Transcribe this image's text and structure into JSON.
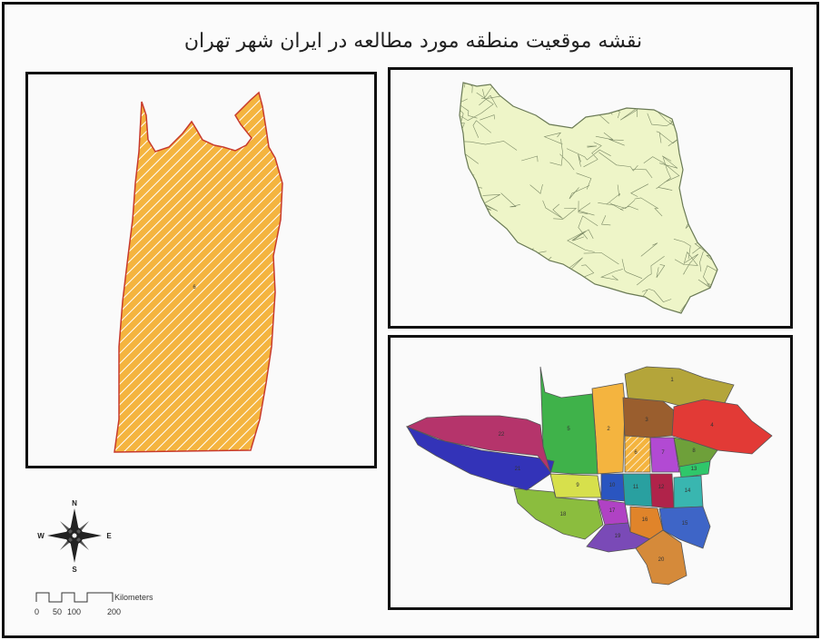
{
  "map": {
    "title": "نقشه موقعیت منطقه مورد مطالعه  در ایران شهر تهران",
    "colors": {
      "highlight": "#f4b43f",
      "highlight_hatch": "#ffffff",
      "boundary": "#c83a2c",
      "iran_fill": "#eef5c8",
      "iran_line": "#7c8a66"
    },
    "district_panel": {
      "label": "6"
    },
    "compass": {
      "n": "N",
      "s": "S",
      "e": "E",
      "w": "W"
    },
    "scalebar": {
      "ticks": [
        "0",
        "50",
        "100",
        "200"
      ],
      "unit": "Kilometers"
    },
    "districts": [
      {
        "label": "1",
        "color": "#b4a53a"
      },
      {
        "label": "2",
        "color": "#f4b43f"
      },
      {
        "label": "3",
        "color": "#9a5e2e"
      },
      {
        "label": "4",
        "color": "#e23a36"
      },
      {
        "label": "5",
        "color": "#3fb24a"
      },
      {
        "label": "6",
        "color": "#2f7fd1"
      },
      {
        "label": "7",
        "color": "#b24ad3"
      },
      {
        "label": "8",
        "color": "#6ea03a"
      },
      {
        "label": "9",
        "color": "#d7e04c"
      },
      {
        "label": "10",
        "color": "#2a55c0"
      },
      {
        "label": "11",
        "color": "#29a0a0"
      },
      {
        "label": "12",
        "color": "#b0234a"
      },
      {
        "label": "13",
        "color": "#2fc76a"
      },
      {
        "label": "14",
        "color": "#39b6b0"
      },
      {
        "label": "15",
        "color": "#3e65c7"
      },
      {
        "label": "16",
        "color": "#e0842a"
      },
      {
        "label": "17",
        "color": "#b042c4"
      },
      {
        "label": "18",
        "color": "#8bbd3e"
      },
      {
        "label": "19",
        "color": "#7a4ab7"
      },
      {
        "label": "20",
        "color": "#d58a3a"
      },
      {
        "label": "21",
        "color": "#3333b8"
      },
      {
        "label": "22",
        "color": "#b5346b"
      }
    ]
  }
}
